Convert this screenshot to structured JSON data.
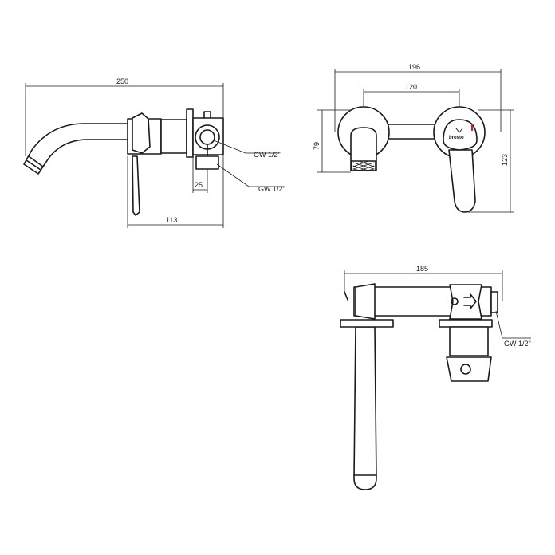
{
  "dimensions": {
    "side_total_length": "250",
    "side_body_length": "113",
    "side_offset": "25",
    "front_total_width": "196",
    "front_center_distance": "120",
    "front_spout_height": "79",
    "front_lever_height": "123",
    "top_total_length": "185"
  },
  "labels": {
    "thread_side_upper": "GW 1/2\"",
    "thread_side_lower": "GW 1/2\"",
    "thread_top": "GW 1/2\""
  },
  "brand": {
    "logo_text": "brosto"
  },
  "colors": {
    "line": "#1a1a1a",
    "hot_mark": "#cc2222",
    "background": "#ffffff"
  }
}
